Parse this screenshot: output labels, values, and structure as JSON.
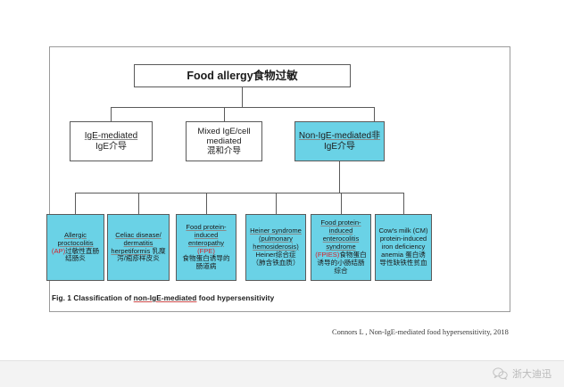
{
  "figure": {
    "title": "Food allergy食物过敏",
    "tier2": [
      {
        "name": "ige",
        "line1": "IgE-mediated",
        "line2": "IgE介导",
        "fill": "#ffffff"
      },
      {
        "name": "mixed",
        "line1": "Mixed IgE/cell",
        "line2": "mediated",
        "line3": "混和介导",
        "fill": "#ffffff"
      },
      {
        "name": "nonige",
        "line1": "Non-IgE-mediated非",
        "line2": "IgE介导",
        "fill": "#6ad2e6"
      }
    ],
    "leaves": [
      {
        "name": "allergic-proctocolitis",
        "en": "Allergic proctocolitis",
        "abbr": "(AP)",
        "zh": "过敏性直肠结肠炎",
        "fill": "#6ad2e6"
      },
      {
        "name": "celiac-disease",
        "en": "Celiac disease/ dermatitis herpetiformis",
        "abbr": "",
        "zh": "乳糜泻/疱疹样皮炎",
        "fill": "#6ad2e6"
      },
      {
        "name": "food-protein-induced-enteropathy",
        "en": "Food protein-induced enteropathy",
        "abbr": "(FPE)",
        "zh": "食物蛋白诱导的肠道病",
        "fill": "#6ad2e6"
      },
      {
        "name": "heiner-syndrome",
        "en": "Heiner syndrome (pulmonary hemosiderosis)",
        "abbr": "",
        "zh": "Heiner综合症（肺含铁血质）",
        "fill": "#6ad2e6"
      },
      {
        "name": "fpies",
        "en": "Food protein-induced enterocolitis syndrome",
        "abbr": "(FPIES)",
        "zh": "食物蛋白诱导的小肠结肠综合",
        "fill": "#6ad2e6"
      },
      {
        "name": "cows-milk-anemia",
        "en": "Cow's milk (CM) protein-induced iron deficiency anemia",
        "abbr": "",
        "zh": "蛋白诱导性缺铁性贫血",
        "fill": "#6ad2e6"
      }
    ],
    "caption_prefix": "Fig. 1 Classification of ",
    "caption_underlined": "non-IgE-mediated",
    "caption_suffix": " food hypersensitivity"
  },
  "citation": "Connors L , Non-IgE-mediated food hypersensitivity, 2018",
  "bottom_bar": {
    "brand": "浙大迪迅",
    "icon": "wechat-icon"
  },
  "colors": {
    "accent_cyan": "#6ad2e6",
    "box_border": "#5a5a5a",
    "frame_border": "#9b9b9b",
    "red_abbr": "#d6202a",
    "bar_bg": "#f3f3f3"
  }
}
